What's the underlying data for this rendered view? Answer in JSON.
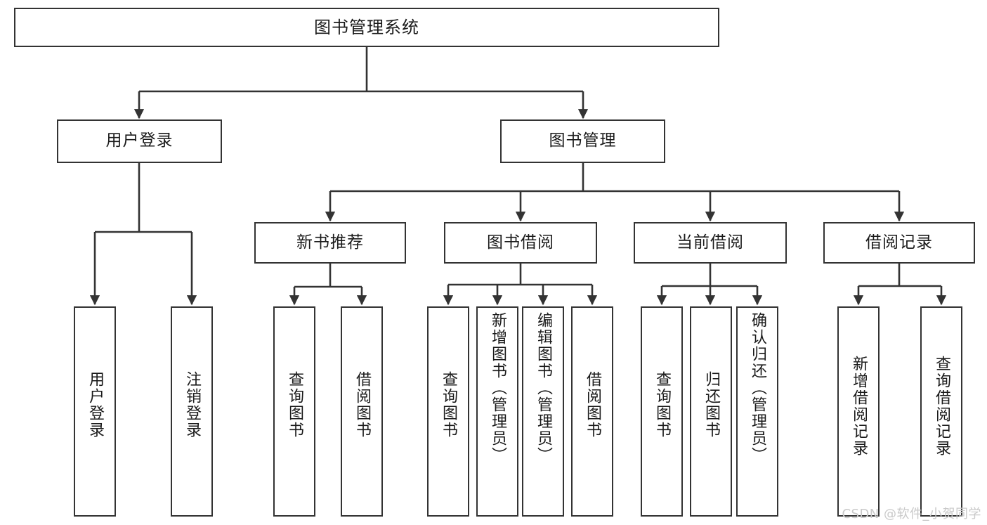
{
  "diagram": {
    "title": "图书管理系统",
    "type": "hierarchy-tree",
    "watermark": "CSDN @软件_小贺同学",
    "colors": {
      "box_border": "#333333",
      "box_fill": "#ffffff",
      "edge": "#333333",
      "text": "#1a1a1a",
      "watermark": "#c9c9c9",
      "background": "#ffffff"
    },
    "levels": [
      {
        "level": 1,
        "nodes": [
          {
            "id": "root",
            "label": "图书管理系统"
          }
        ]
      },
      {
        "level": 2,
        "nodes": [
          {
            "id": "login",
            "label": "用户登录",
            "parent": "root"
          },
          {
            "id": "bookmgmt",
            "label": "图书管理",
            "parent": "root"
          }
        ]
      },
      {
        "level": 3,
        "nodes": [
          {
            "id": "newbook",
            "label": "新书推荐",
            "parent": "bookmgmt"
          },
          {
            "id": "borrow",
            "label": "图书借阅",
            "parent": "bookmgmt"
          },
          {
            "id": "current",
            "label": "当前借阅",
            "parent": "bookmgmt"
          },
          {
            "id": "records",
            "label": "借阅记录",
            "parent": "bookmgmt"
          }
        ]
      },
      {
        "level": 4,
        "nodes": [
          {
            "id": "leaf1",
            "label": "用户登录",
            "parent": "login"
          },
          {
            "id": "leaf2",
            "label": "注销登录",
            "parent": "login"
          },
          {
            "id": "leaf3",
            "label": "查询图书",
            "parent": "newbook"
          },
          {
            "id": "leaf4",
            "label": "借阅图书",
            "parent": "newbook"
          },
          {
            "id": "leaf5",
            "label": "查询图书",
            "parent": "borrow"
          },
          {
            "id": "leaf6",
            "label": "新增图书（管理员）",
            "parent": "borrow"
          },
          {
            "id": "leaf7",
            "label": "编辑图书（管理员）",
            "parent": "borrow"
          },
          {
            "id": "leaf8",
            "label": "借阅图书",
            "parent": "borrow"
          },
          {
            "id": "leaf9",
            "label": "查询图书",
            "parent": "current"
          },
          {
            "id": "leaf10",
            "label": "归还图书",
            "parent": "current"
          },
          {
            "id": "leaf11",
            "label": "确认归还（管理员）",
            "parent": "current"
          },
          {
            "id": "leaf12",
            "label": "新增借阅记录",
            "parent": "records"
          },
          {
            "id": "leaf13",
            "label": "查询借阅记录",
            "parent": "records"
          }
        ]
      }
    ]
  }
}
